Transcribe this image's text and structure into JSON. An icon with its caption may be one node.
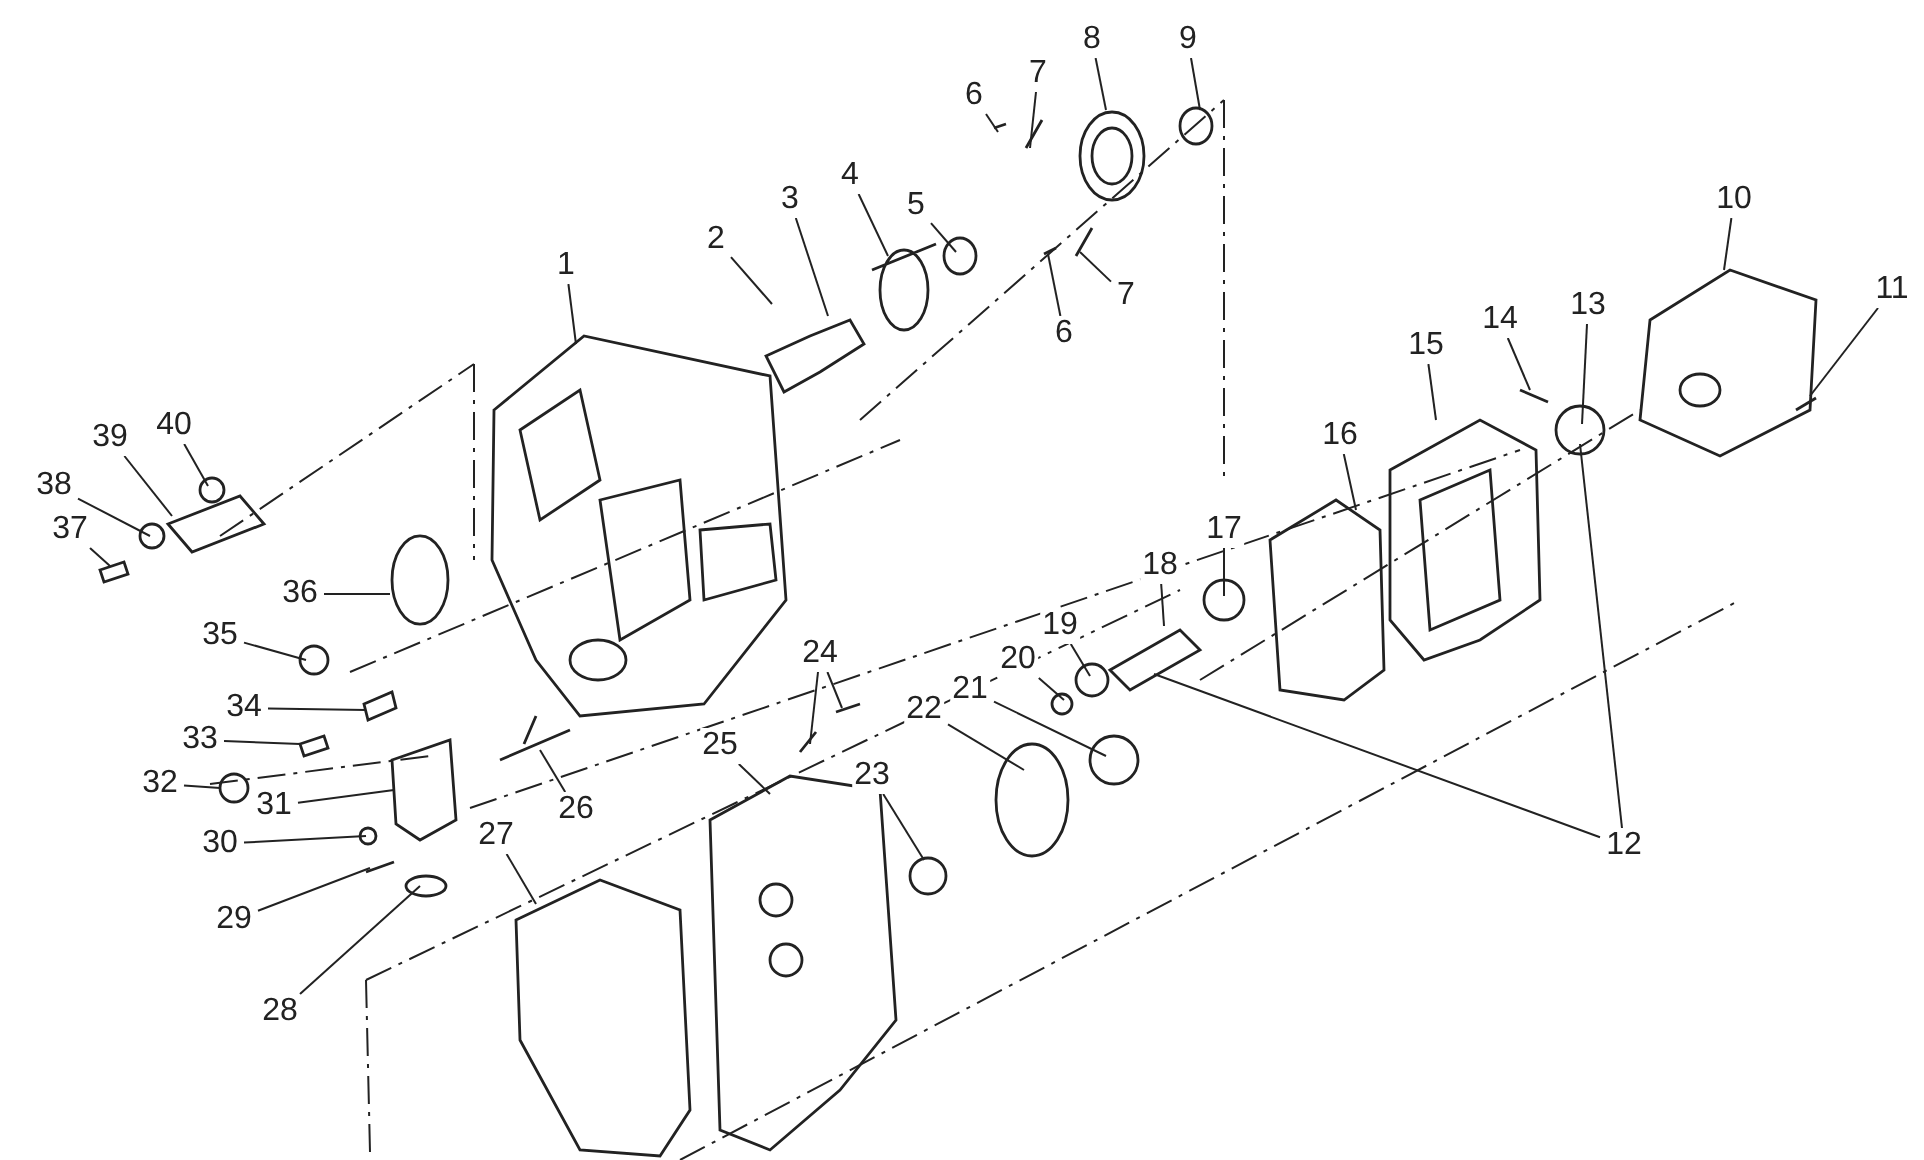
{
  "diagram": {
    "nodes": [
      {
        "text": [
          "1"
        ]
      },
      {
        "text": [
          "2"
        ]
      },
      {
        "text": [
          "3"
        ]
      },
      {
        "text": [
          "4"
        ]
      },
      {
        "text": [
          "5"
        ]
      },
      {
        "text": [
          "6"
        ]
      },
      {
        "text": [
          "7"
        ]
      },
      {
        "text": [
          "6"
        ]
      },
      {
        "text": [
          "7"
        ]
      },
      {
        "text": [
          "8"
        ]
      },
      {
        "text": [
          "9"
        ]
      },
      {
        "text": [
          "10"
        ]
      },
      {
        "text": [
          "11"
        ]
      },
      {
        "text": [
          "12"
        ]
      },
      {
        "text": [
          "13"
        ]
      },
      {
        "text": [
          "14"
        ]
      },
      {
        "text": [
          "15"
        ]
      },
      {
        "text": [
          "16"
        ]
      },
      {
        "text": [
          "17"
        ]
      },
      {
        "text": [
          "18"
        ]
      },
      {
        "text": [
          "19"
        ]
      },
      {
        "text": [
          "20"
        ]
      },
      {
        "text": [
          "21"
        ]
      },
      {
        "text": [
          "22"
        ]
      },
      {
        "text": [
          "23"
        ]
      },
      {
        "text": [
          "24"
        ]
      },
      {
        "text": [
          "25"
        ]
      },
      {
        "text": [
          "26"
        ]
      },
      {
        "text": [
          "27"
        ]
      },
      {
        "text": [
          "28"
        ]
      },
      {
        "text": [
          "29"
        ]
      },
      {
        "text": [
          "30"
        ]
      },
      {
        "text": [
          "31"
        ]
      },
      {
        "text": [
          "32"
        ]
      },
      {
        "text": [
          "33"
        ]
      },
      {
        "text": [
          "34"
        ]
      },
      {
        "text": [
          "35"
        ]
      },
      {
        "text": [
          "36"
        ]
      },
      {
        "text": [
          "37"
        ]
      },
      {
        "text": [
          "38"
        ]
      },
      {
        "text": [
          "39"
        ]
      },
      {
        "text": [
          "40"
        ]
      }
    ],
    "edges": [
      {
        "from": 0,
        "to": null,
        "arrow": "none"
      },
      {
        "from": 1,
        "to": null,
        "arrow": "none"
      },
      {
        "from": 2,
        "to": null,
        "arrow": "none"
      },
      {
        "from": 3,
        "to": null,
        "arrow": "none"
      },
      {
        "from": 4,
        "to": null,
        "arrow": "none"
      },
      {
        "from": 5,
        "to": null,
        "arrow": "none"
      },
      {
        "from": 6,
        "to": null,
        "arrow": "none"
      },
      {
        "from": 7,
        "to": null,
        "arrow": "none"
      },
      {
        "from": 8,
        "to": null,
        "arrow": "none"
      },
      {
        "from": 9,
        "to": null,
        "arrow": "none"
      },
      {
        "from": 10,
        "to": null,
        "arrow": "none"
      },
      {
        "from": 11,
        "to": null,
        "arrow": "none"
      },
      {
        "from": 12,
        "to": null,
        "arrow": "none"
      },
      {
        "from": 13,
        "to": null,
        "arrow": "none"
      },
      {
        "from": 13,
        "to": null,
        "arrow": "none"
      },
      {
        "from": 14,
        "to": null,
        "arrow": "none"
      },
      {
        "from": 15,
        "to": null,
        "arrow": "none"
      },
      {
        "from": 16,
        "to": null,
        "arrow": "none"
      },
      {
        "from": 17,
        "to": null,
        "arrow": "none"
      },
      {
        "from": 18,
        "to": null,
        "arrow": "none"
      },
      {
        "from": 19,
        "to": null,
        "arrow": "none"
      },
      {
        "from": 20,
        "to": null,
        "arrow": "none"
      },
      {
        "from": 21,
        "to": null,
        "arrow": "none"
      },
      {
        "from": 22,
        "to": null,
        "arrow": "none"
      },
      {
        "from": 23,
        "to": null,
        "arrow": "none"
      },
      {
        "from": 24,
        "to": null,
        "arrow": "none"
      },
      {
        "from": 25,
        "to": null,
        "arrow": "none"
      },
      {
        "from": 25,
        "to": null,
        "arrow": "none"
      },
      {
        "from": 26,
        "to": null,
        "arrow": "none"
      },
      {
        "from": 27,
        "to": null,
        "arrow": "none"
      },
      {
        "from": 28,
        "to": null,
        "arrow": "none"
      },
      {
        "from": 29,
        "to": null,
        "arrow": "none"
      },
      {
        "from": 30,
        "to": null,
        "arrow": "none"
      },
      {
        "from": 31,
        "to": null,
        "arrow": "none"
      },
      {
        "from": 32,
        "to": null,
        "arrow": "none"
      },
      {
        "from": 33,
        "to": null,
        "arrow": "none"
      },
      {
        "from": 34,
        "to": null,
        "arrow": "none"
      },
      {
        "from": 35,
        "to": null,
        "arrow": "none"
      },
      {
        "from": 36,
        "to": null,
        "arrow": "none"
      },
      {
        "from": 37,
        "to": null,
        "arrow": "none"
      },
      {
        "from": 38,
        "to": null,
        "arrow": "none"
      },
      {
        "from": 39,
        "to": null,
        "arrow": "none"
      },
      {
        "from": 40,
        "to": null,
        "arrow": "none"
      },
      {
        "from": 41,
        "to": null,
        "arrow": "none"
      }
    ]
  }
}
